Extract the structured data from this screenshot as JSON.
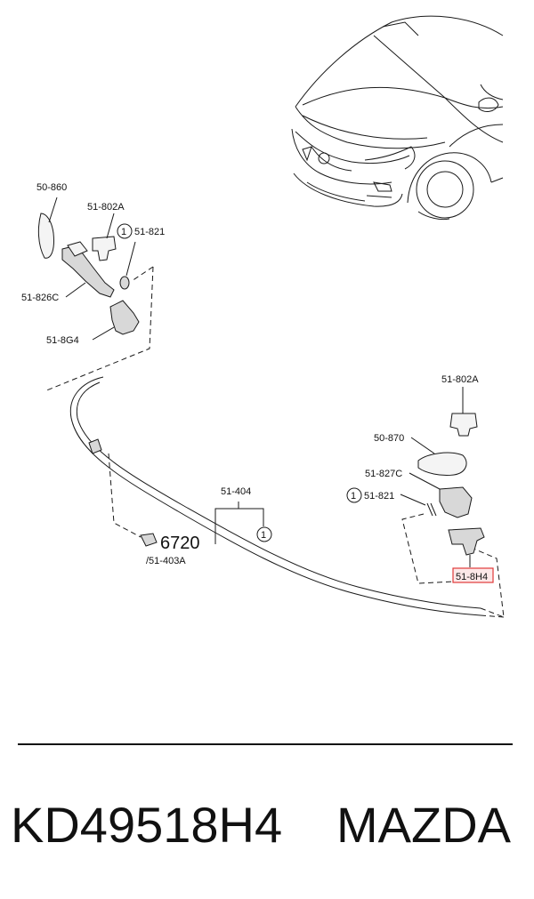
{
  "callouts": {
    "c_50_860": "50-860",
    "c_51_802a_left": "51-802A",
    "c_51_821_left": "51-821",
    "c_51_826c": "51-826C",
    "c_51_8g4": "51-8G4",
    "c_51_802a_right": "51-802A",
    "c_50_870": "50-870",
    "c_51_827c": "51-827C",
    "c_51_821_right": "51-821",
    "c_51_404": "51-404",
    "c_6720": "6720",
    "c_51_403a": "/51-403A",
    "c_51_8h4": "51-8H4",
    "circle_1": "1"
  },
  "highlight_color": "#e03a3a",
  "caption": {
    "part_number": "KD49518H4",
    "brand": "MAZDA"
  }
}
